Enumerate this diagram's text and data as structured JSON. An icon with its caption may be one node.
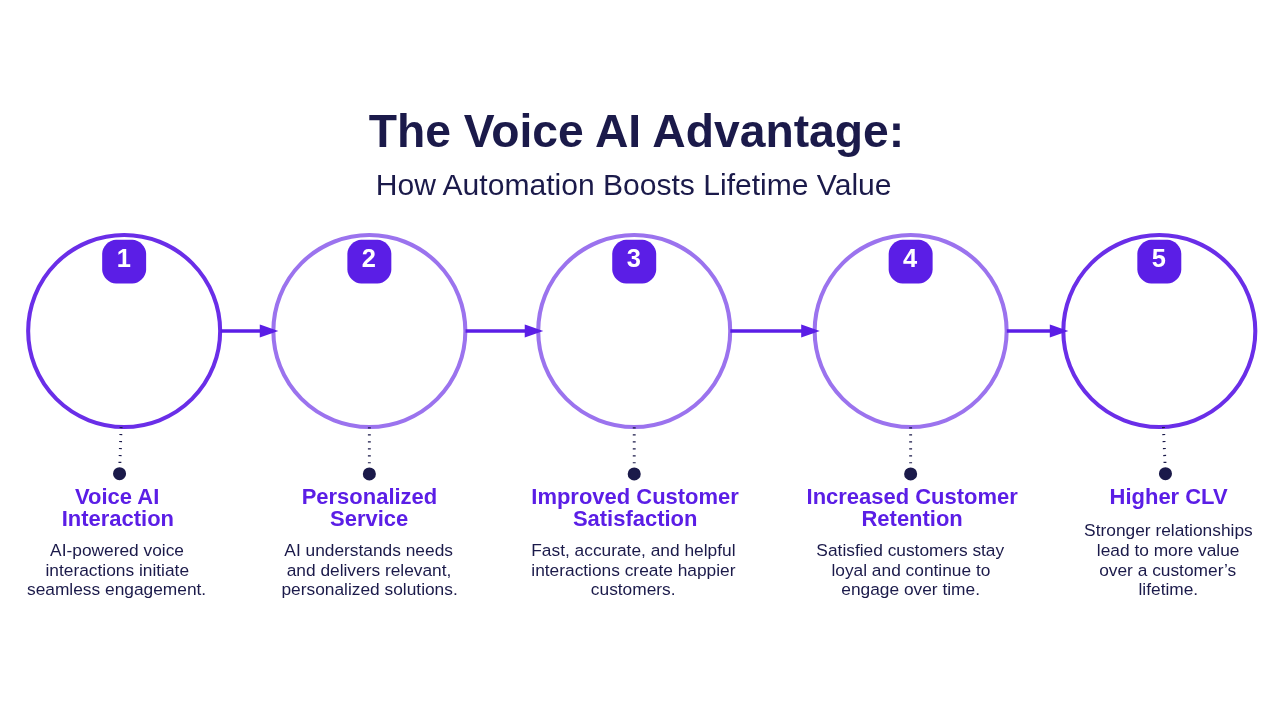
{
  "diagram": {
    "title": "The Voice AI Advantage:",
    "nodes": [
      {
        "text": [
          "1"
        ]
      },
      {
        "text": [
          "Voice AI Interaction",
          "AI-powered voice interactions initiate seamless engagement."
        ]
      },
      {
        "text": [
          "2"
        ]
      },
      {
        "text": [
          "Personalized Service",
          "AI understands needs and delivers relevant, personalized solutions."
        ]
      },
      {
        "text": [
          "3"
        ]
      },
      {
        "text": [
          "Improved Customer Satisfaction",
          "Fast, accurate, and helpful interactions create happier customers."
        ]
      },
      {
        "text": [
          "4"
        ]
      },
      {
        "text": [
          "Increased Customer Retention",
          "Satisfied customers stay loyal and continue to engage over time."
        ]
      },
      {
        "text": [
          "5"
        ]
      },
      {
        "text": [
          "Higher CLV",
          "Stronger relationships lead to more value over a customer’s lifetime."
        ]
      }
    ],
    "edges": [
      {
        "from": 0,
        "to": 2,
        "arrow": "to",
        "color": "#5b1ee6"
      },
      {
        "from": 2,
        "to": 4,
        "arrow": "to",
        "color": "#5b1ee6"
      },
      {
        "from": 4,
        "to": 6,
        "arrow": "to",
        "color": "#5b1ee6"
      },
      {
        "from": 6,
        "to": 8,
        "arrow": "to",
        "color": "#5b1ee6"
      },
      {
        "from": 0,
        "to": 1,
        "arrow": "other",
        "style": "dashed"
      },
      {
        "from": 2,
        "to": 3,
        "arrow": "other",
        "style": "dashed"
      },
      {
        "from": 4,
        "to": 5,
        "arrow": "other",
        "style": "dashed"
      },
      {
        "from": 6,
        "to": 7,
        "arrow": "other",
        "style": "dashed"
      },
      {
        "from": 8,
        "to": 9,
        "arrow": "other",
        "style": "dashed"
      }
    ],
    "labels": [
      "How Automation Boosts Lifetime Value"
    ]
  }
}
